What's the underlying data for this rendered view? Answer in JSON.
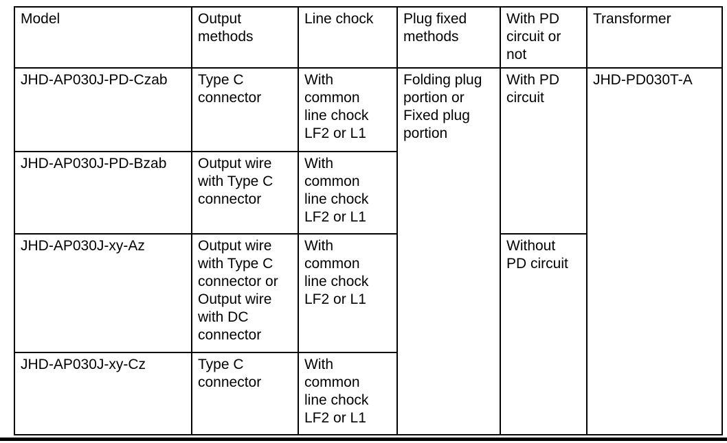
{
  "document": {
    "background": "#ffffff",
    "table_border_color": "#000000",
    "text_color": "#000000",
    "bottom_rule_color": "#000000"
  },
  "table": {
    "headers": {
      "model": "Model",
      "output_methods": "Output\nmethods",
      "line_chock": "Line chock",
      "plug_fixed_methods": "Plug fixed\nmethods",
      "pd_circuit": "With PD\ncircuit or\nnot",
      "transformer": "Transformer"
    },
    "rows": [
      {
        "model": "JHD-AP030J-PD-Czab",
        "output_methods": "Type C\nconnector",
        "line_chock": "With\ncommon\nline chock\nLF2 or L1"
      },
      {
        "model": "JHD-AP030J-PD-Bzab",
        "output_methods": "Output wire\nwith Type C\nconnector",
        "line_chock": "With\ncommon\nline chock\nLF2 or L1"
      },
      {
        "model": "JHD-AP030J-xy-Az",
        "output_methods": "Output wire\nwith Type C\nconnector or\nOutput wire\nwith DC\nconnector",
        "line_chock": "With\ncommon\nline chock\nLF2 or L1"
      },
      {
        "model": "JHD-AP030J-xy-Cz",
        "output_methods": "Type C\nconnector",
        "line_chock": "With\ncommon\nline chock\nLF2 or L1"
      }
    ],
    "merged_cells": {
      "plug_fixed_methods": "Folding plug\nportion or\nFixed plug\nportion",
      "with_pd_circuit": "With PD\ncircuit",
      "without_pd_circuit": "Without\nPD circuit",
      "transformer_model": "JHD-PD030T-A"
    }
  }
}
